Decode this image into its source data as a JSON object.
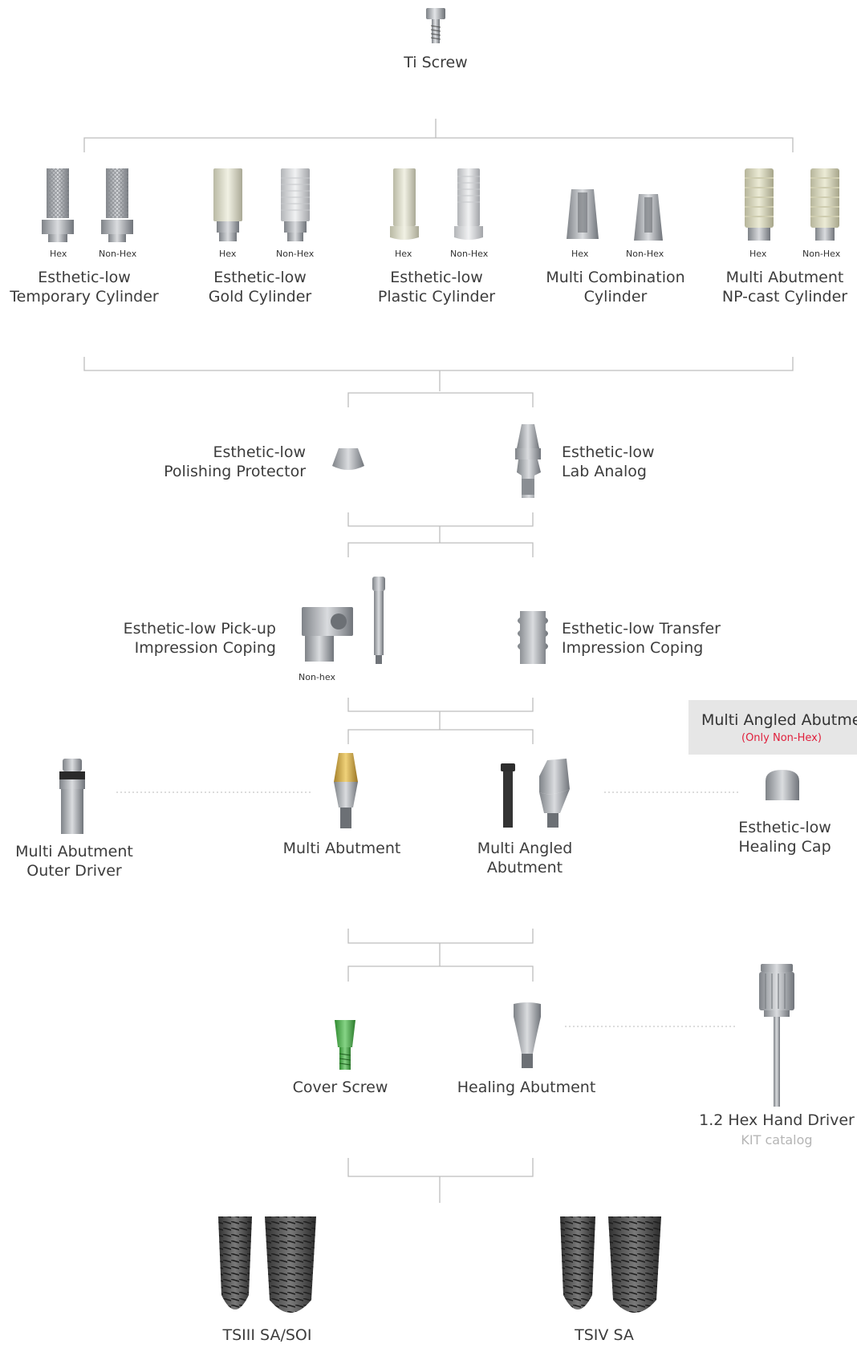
{
  "top": {
    "ti_screw": "Ti Screw"
  },
  "cylinders": [
    {
      "hex": "Hex",
      "nonhex": "Non-Hex",
      "line1": "Esthetic-low",
      "line2": "Temporary Cylinder"
    },
    {
      "hex": "Hex",
      "nonhex": "Non-Hex",
      "line1": "Esthetic-low",
      "line2": "Gold Cylinder"
    },
    {
      "hex": "Hex",
      "nonhex": "Non-Hex",
      "line1": "Esthetic-low",
      "line2": "Plastic Cylinder"
    },
    {
      "hex": "Hex",
      "nonhex": "Non-Hex",
      "line1": "Multi Combination",
      "line2": "Cylinder"
    },
    {
      "hex": "Hex",
      "nonhex": "Non-Hex",
      "line1": "Multi Abutment",
      "line2": "NP-cast Cylinder"
    }
  ],
  "lab": {
    "polishing_line1": "Esthetic-low",
    "polishing_line2": "Polishing Protector",
    "analog_line1": "Esthetic-low",
    "analog_line2": "Lab Analog"
  },
  "impression": {
    "pickup_line1": "Esthetic-low Pick-up",
    "pickup_line2": "Impression Coping",
    "pickup_note": "Non-hex",
    "transfer_line1": "Esthetic-low Transfer",
    "transfer_line2": "Impression Coping"
  },
  "abutments": {
    "badge_title": "Multi Angled Abutment",
    "badge_note": "(Only Non-Hex)",
    "driver_line1": "Multi Abutment",
    "driver_line2": "Outer Driver",
    "multi_abutment": "Multi Abutment",
    "angled_line1": "Multi Angled",
    "angled_line2": "Abutment",
    "cap_line1": "Esthetic-low",
    "cap_line2": "Healing Cap"
  },
  "healing": {
    "cover_screw": "Cover Screw",
    "healing_abutment": "Healing Abutment",
    "hand_driver": "1.2 Hex Hand Driver",
    "kit_catalog": "KIT catalog"
  },
  "implants": {
    "left": "TSIII SA/SOI",
    "right": "TSIV SA"
  },
  "colors": {
    "line": "#bdbdbd",
    "dotted": "#c8c8c8",
    "badge_bg": "#e6e6e6",
    "accent": "#e0203c",
    "metal": "#b9bcc0",
    "gold": "#d8b04a",
    "green": "#4aa84a",
    "implant": "#4a4a4a",
    "cream": "#e2e2cf"
  }
}
